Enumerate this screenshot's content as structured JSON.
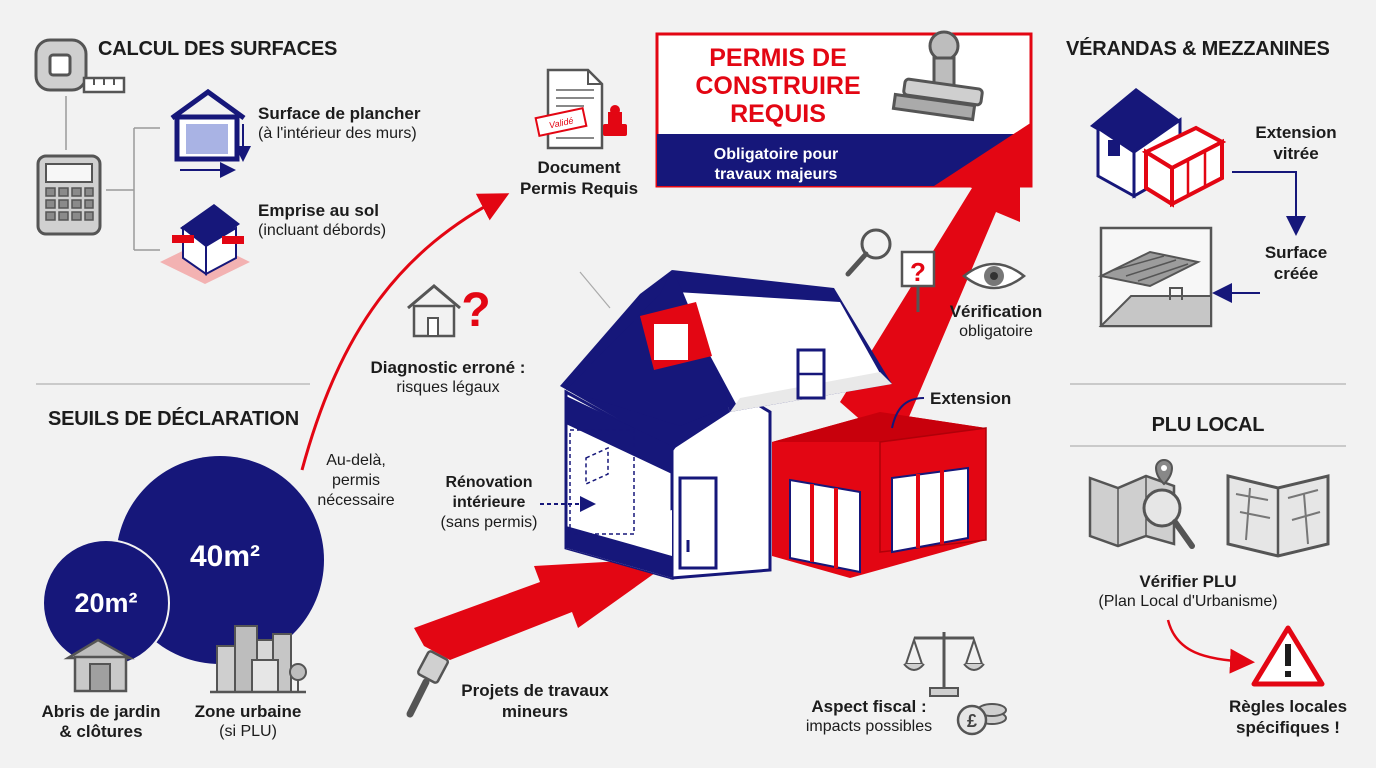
{
  "colors": {
    "navy": "#16177a",
    "red": "#e30613",
    "gray": "#555555",
    "background": "#f2f2f2"
  },
  "calcul": {
    "title": "CALCUL DES SURFACES",
    "plancher_title": "Surface de plancher",
    "plancher_sub": "(à l'intérieur des murs)",
    "emprise_title": "Emprise au sol",
    "emprise_sub": "(incluant débords)",
    "icons": [
      "tape-measure-icon",
      "calculator-icon",
      "house-section-icon",
      "house-footprint-icon"
    ]
  },
  "seuils": {
    "title": "SEUILS DE DÉCLARATION",
    "big_circle": "40m²",
    "small_circle": "20m²",
    "abris_line1": "Abris de jardin",
    "abris_line2": "& clôtures",
    "zone_title": "Zone urbaine",
    "zone_sub": "(si PLU)",
    "beyond_line1": "Au-delà,",
    "beyond_line2": "permis",
    "beyond_line3": "nécessaire"
  },
  "center": {
    "document_line1": "Document",
    "document_line2": "Permis Requis",
    "stamp_text": "Validé",
    "diagnostic_title": "Diagnostic erroné :",
    "diagnostic_sub": "risques légaux",
    "renovation_line1": "Rénovation",
    "renovation_line2": "intérieure",
    "renovation_sub": "(sans permis)",
    "extension_label": "Extension",
    "projets_line1": "Projets de travaux",
    "projets_line2": "mineurs",
    "verification_title": "Vérification",
    "verification_sub": "obligatoire",
    "fiscal_title": "Aspect fiscal :",
    "fiscal_sub": "impacts possibles"
  },
  "permis_box": {
    "line1": "PERMIS DE",
    "line2": "CONSTRUIRE",
    "line3": "REQUIS",
    "banner_line1": "Obligatoire pour",
    "banner_line2": "travaux majeurs"
  },
  "verandas": {
    "title": "VÉRANDAS & MEZZANINES",
    "extension_line1": "Extension",
    "extension_line2": "vitrée",
    "surface_line1": "Surface",
    "surface_line2": "créée"
  },
  "plu": {
    "title": "PLU LOCAL",
    "verify_title": "Vérifier PLU",
    "verify_sub": "(Plan Local d'Urbanisme)",
    "rules_line1": "Règles locales",
    "rules_line2": "spécifiques !"
  }
}
